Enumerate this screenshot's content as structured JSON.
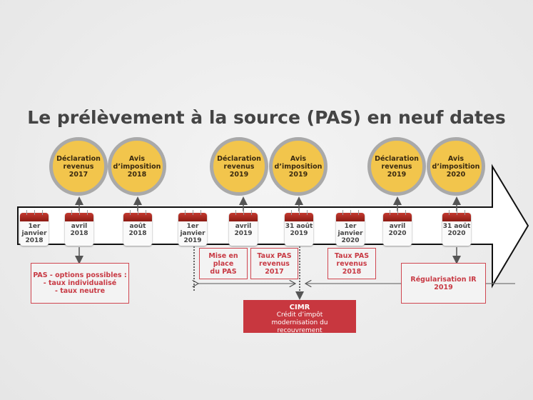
{
  "title": "Le prélèvement à la source (PAS) en neuf dates",
  "events": [
    {
      "label": "Déclaration\nrevenus\n2017"
    },
    {
      "label": "Avis\nd’imposition\n2018"
    },
    {
      "label": "Déclaration\nrevenus\n2019"
    },
    {
      "label": "Avis\nd’imposition\n2019"
    },
    {
      "label": "Déclaration\nrevenus\n2019"
    },
    {
      "label": "Avis\nd’imposition\n2020"
    }
  ],
  "dates": [
    "1er\njanvier\n2018",
    "avril\n2018",
    "août\n2018",
    "1er\njanvier\n2019",
    "avril\n2019",
    "31 août\n2019",
    "1er\njanvier\n2020",
    "avril\n2020",
    "31 août\n2020"
  ],
  "notes": {
    "options": "PAS - options possibles :\n- taux individualisé\n- taux neutre",
    "mise_en_place": "Mise en\nplace\ndu PAS",
    "taux_2017": "Taux PAS\nrevenus\n2017",
    "taux_2018": "Taux PAS\nrevenus\n2018",
    "regularisation": "Régularisation IR 2019"
  },
  "cimr": {
    "title": "CIMR",
    "subtitle": "Crédit d’impôt modernisation du recouvrement"
  },
  "colors": {
    "gold": "#f2c54c",
    "red": "#c8373f"
  }
}
